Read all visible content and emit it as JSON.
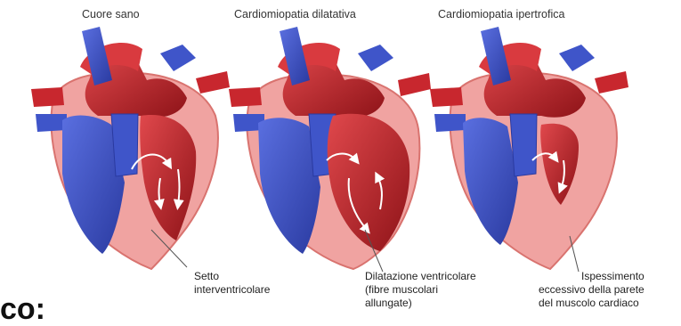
{
  "panels": [
    {
      "id": "healthy",
      "title": "Cuore sano",
      "callout": [
        "Setto",
        "interventricolare"
      ]
    },
    {
      "id": "dilated",
      "title": "Cardiomiopatia dilatativa",
      "callout": [
        "Dilatazione ventricolare",
        "(fibre muscolari",
        "allungate)"
      ]
    },
    {
      "id": "hypertrophic",
      "title": "Cardiomiopatia ipertrofica",
      "callout": [
        "Ispessimento",
        "eccessivo della parete",
        "del muscolo cardiaco"
      ]
    }
  ],
  "cropped_text": "co:",
  "colors": {
    "wall": "#f0a3a1",
    "wall_outline": "#d9736f",
    "muscle_red": "#c8272e",
    "muscle_dark": "#8e1318",
    "vessel_blue": "#3f55c9",
    "vessel_blue_dark": "#2a3aa0",
    "vessel_red": "#d93a3f"
  },
  "icons": [
    "heart-illustration",
    "flow-arrow-icon",
    "leader-line"
  ]
}
